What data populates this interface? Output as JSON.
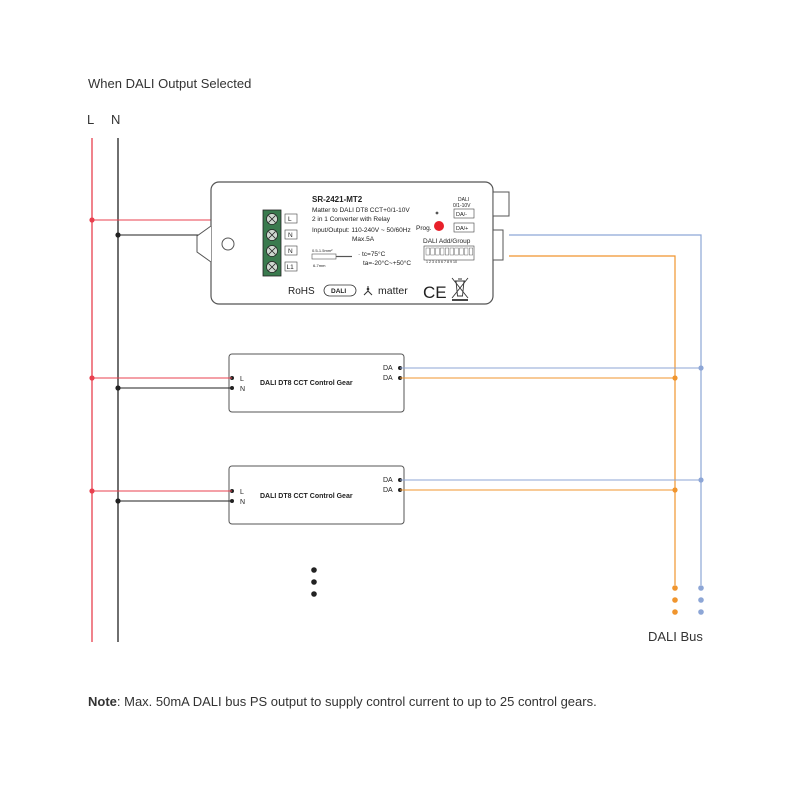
{
  "heading": "When DALI Output Selected",
  "lines": {
    "live": "L",
    "neutral": "N"
  },
  "colors": {
    "live": "#e8404f",
    "neutral": "#222222",
    "da_orange": "#f0952e",
    "da_blue": "#8da6d6",
    "prog_led": "#e8202a"
  },
  "controller": {
    "model": "SR-2421-MT2",
    "description_1": "Matter to DALI DT8 CCT+0/1-10V",
    "description_2": "2 in 1 Converter with Relay",
    "io_spec": "Input/Output: 110-240V ~ 50/60Hz",
    "max_current": "Max.5A",
    "wire_size": "0.5-1.5mm²",
    "strip_length": "6-7mm",
    "tc": "· tc=75°C",
    "ta": "ta=-20°C~+50°C",
    "prog_label": "Prog.",
    "dali_label": "DALI",
    "analog_label": "0/1-10V",
    "da_minus": "DA/-",
    "da_plus": "DA/+",
    "address_label": "DALI Add/Group",
    "dip_numbers": "1 2 3 4 5 6 7 8 9 10",
    "terminals": [
      "L",
      "N",
      "N",
      "L1"
    ],
    "certifications": {
      "rohs": "RoHS",
      "dali": "DALI",
      "matter": "matter",
      "ce": "CE"
    }
  },
  "gears": [
    {
      "label": "DALI DT8 CCT Control Gear",
      "pin_l": "L",
      "pin_n": "N",
      "pin_da1": "DA",
      "pin_da2": "DA"
    },
    {
      "label": "DALI DT8 CCT Control Gear",
      "pin_l": "L",
      "pin_n": "N",
      "pin_da1": "DA",
      "pin_da2": "DA"
    }
  ],
  "bus_label": "DALI Bus",
  "note": {
    "prefix": "Note",
    "text": ": Max. 50mA DALI bus PS output to supply control current to up to 25 control gears."
  }
}
